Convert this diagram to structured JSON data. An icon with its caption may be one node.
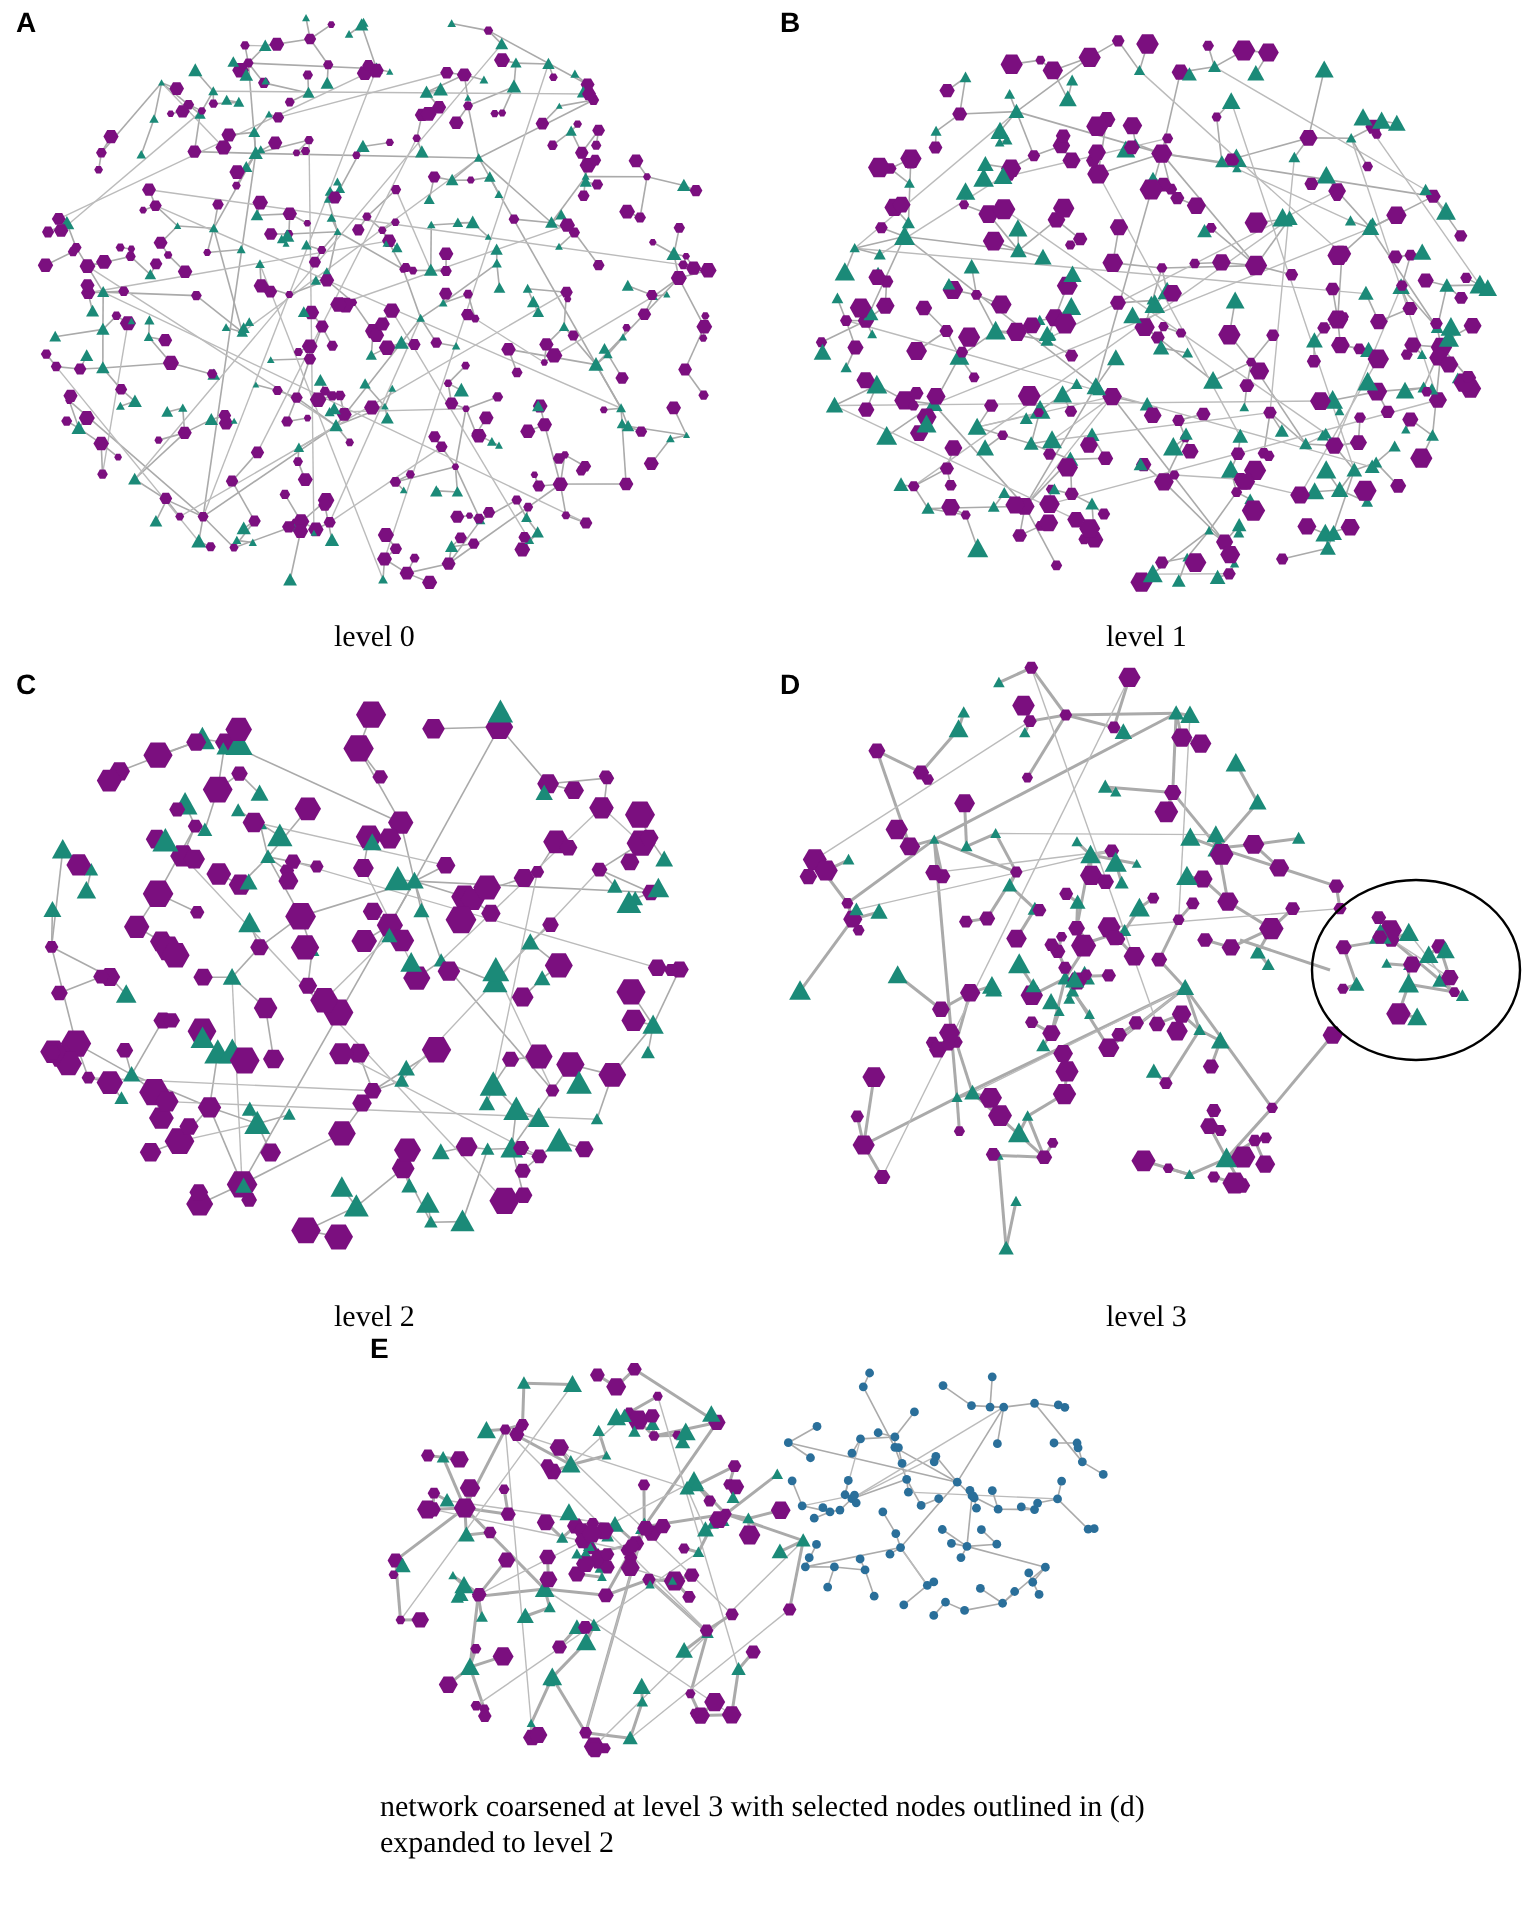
{
  "diagram": {
    "labels": [
      "A",
      "level 0",
      "B",
      "level 1",
      "C",
      "level 2",
      "D",
      "level 3",
      "E",
      "network coarsened at level 3 with selected nodes outlined in (d) expanded to level 2"
    ]
  }
}
